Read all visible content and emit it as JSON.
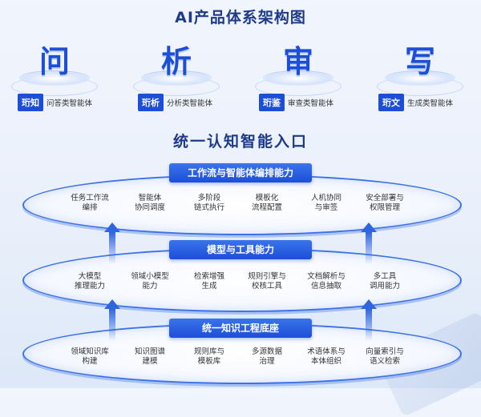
{
  "main_title": "AI产品体系架构图",
  "pillars": [
    {
      "char": "问",
      "tag": "珩知",
      "desc": "问答类智能体"
    },
    {
      "char": "析",
      "tag": "珩析",
      "desc": "分析类智能体"
    },
    {
      "char": "审",
      "tag": "珩鉴",
      "desc": "审查类智能体"
    },
    {
      "char": "写",
      "tag": "珩文",
      "desc": "生成类智能体"
    }
  ],
  "entry_title": "统一认知智能入口",
  "layers": [
    {
      "title": "工作流与智能体编排能力",
      "items": [
        [
          "任务工作流",
          "编排"
        ],
        [
          "智能体",
          "协同调度"
        ],
        [
          "多阶段",
          "链式执行"
        ],
        [
          "模板化",
          "流程配置"
        ],
        [
          "人机协同",
          "与审签"
        ],
        [
          "安全部署与",
          "权限管理"
        ]
      ]
    },
    {
      "title": "模型与工具能力",
      "items": [
        [
          "大模型",
          "推理能力"
        ],
        [
          "领域小模型",
          "能力"
        ],
        [
          "检索增强",
          "生成"
        ],
        [
          "规则引擎与",
          "校核工具"
        ],
        [
          "文档解析与",
          "信息抽取"
        ],
        [
          "多工具",
          "调用能力"
        ]
      ]
    },
    {
      "title": "统一知识工程底座",
      "items": [
        [
          "领域知识库",
          "构建"
        ],
        [
          "知识图谱",
          "建模"
        ],
        [
          "规则库与",
          "模板库"
        ],
        [
          "多源数据",
          "治理"
        ],
        [
          "术语体系与",
          "本体组织"
        ],
        [
          "向量索引与",
          "语义检索"
        ]
      ]
    }
  ]
}
